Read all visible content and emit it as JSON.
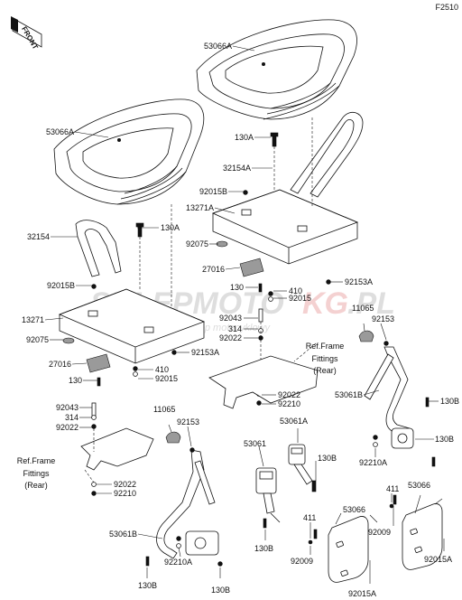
{
  "figure_code": "F2510",
  "front_label": "FRONT",
  "watermark": {
    "text": "SKLEPMOTO",
    "text_red": "KG",
    "text_end": ".PL",
    "tagline": "internetowy sklep motocyklowy"
  },
  "labels": {
    "l53066A_top": "53066A",
    "l53066A_left": "53066A",
    "l130A_top": "130A",
    "l32154A": "32154A",
    "l92015B_r": "92015B",
    "l13271A": "13271A",
    "l130A_mid": "130A",
    "l32154": "32154",
    "l92075_r": "92075",
    "l27016_r": "27016",
    "l130_r": "130",
    "l410_r": "410",
    "l92015_r": "92015",
    "l92153A_r": "92153A",
    "l92015B_l": "92015B",
    "l13271": "13271",
    "l92075_l": "92075",
    "l27016_l": "27016",
    "l130_l": "130",
    "l410_l": "410",
    "l92015_l": "92015",
    "l92153A_l": "92153A",
    "l92043_m": "92043",
    "l314_m": "314",
    "l92022_m": "92022",
    "l92022_m2": "92022",
    "l92210_m": "92210",
    "l11065_r": "11065",
    "l92153_r": "92153",
    "l130B_r1": "130B",
    "l53061B_r": "53061B",
    "l130B_r2": "130B",
    "l92210A_r": "92210A",
    "l92043_l": "92043",
    "l314_l": "314",
    "l92022_l": "92022",
    "l11065_l": "11065",
    "l92153_l": "92153",
    "l92022_l2": "92022",
    "l92210_l": "92210",
    "l53061": "53061",
    "l53061A": "53061A",
    "l130B_c": "130B",
    "l53061B_l": "53061B",
    "l92210A_l": "92210A",
    "l130B_l1": "130B",
    "l130B_l2": "130B",
    "l130B_c2": "130B",
    "l411_a": "411",
    "l411_b": "411",
    "l53066_a": "53066",
    "l53066_b": "53066",
    "l92009_a": "92009",
    "l92009_b": "92009",
    "l92015A_a": "92015A",
    "l92015A_b": "92015A"
  },
  "ref_frame_right": [
    "Ref.Frame",
    "Fittings",
    "(Rear)"
  ],
  "ref_frame_left": [
    "Ref.Frame",
    "Fittings",
    "(Rear)"
  ]
}
